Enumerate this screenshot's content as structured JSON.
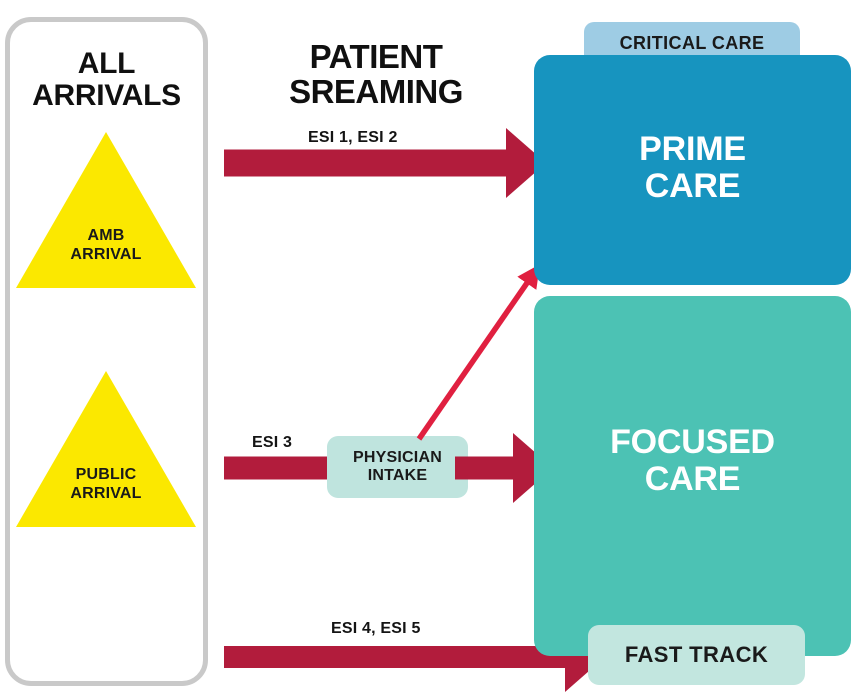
{
  "diagram": {
    "title": "Emergency Department Patient Streaming Flow",
    "colors": {
      "arrow_red": "#b21c3c",
      "escalation_red": "#e02040",
      "triangle_yellow": "#fbe800",
      "prime_blue": "#1794bf",
      "focused_teal": "#4cc2b4",
      "critical_tag_blue": "#9ecce4",
      "intake_mint": "#bfe4de",
      "fast_track_mint": "#c2e6df",
      "panel_border_gray": "#c9c9c9"
    }
  },
  "arrivals": {
    "title_line1": "ALL",
    "title_line2": "ARRIVALS",
    "triangles": [
      {
        "line1": "AMB",
        "line2": "ARRIVAL"
      },
      {
        "line1": "PUBLIC",
        "line2": "ARRIVAL"
      }
    ]
  },
  "streaming": {
    "title_line1": "PATIENT",
    "title_line2": "SREAMING",
    "flows": [
      {
        "label": "ESI 1, ESI 2",
        "destination": "PRIME CARE"
      },
      {
        "label": "ESI 3",
        "destination": "FOCUSED CARE",
        "via": "PHYSICIAN INTAKE"
      },
      {
        "label": "ESI 4, ESI 5",
        "destination": "FAST TRACK"
      }
    ]
  },
  "intake": {
    "line1": "PHYSICIAN",
    "line2": "INTAKE"
  },
  "care_areas": {
    "critical_care_tag": "CRITICAL CARE",
    "prime_care_line1": "PRIME",
    "prime_care_line2": "CARE",
    "focused_care_line1": "FOCUSED",
    "focused_care_line2": "CARE",
    "fast_track": "FAST TRACK"
  }
}
